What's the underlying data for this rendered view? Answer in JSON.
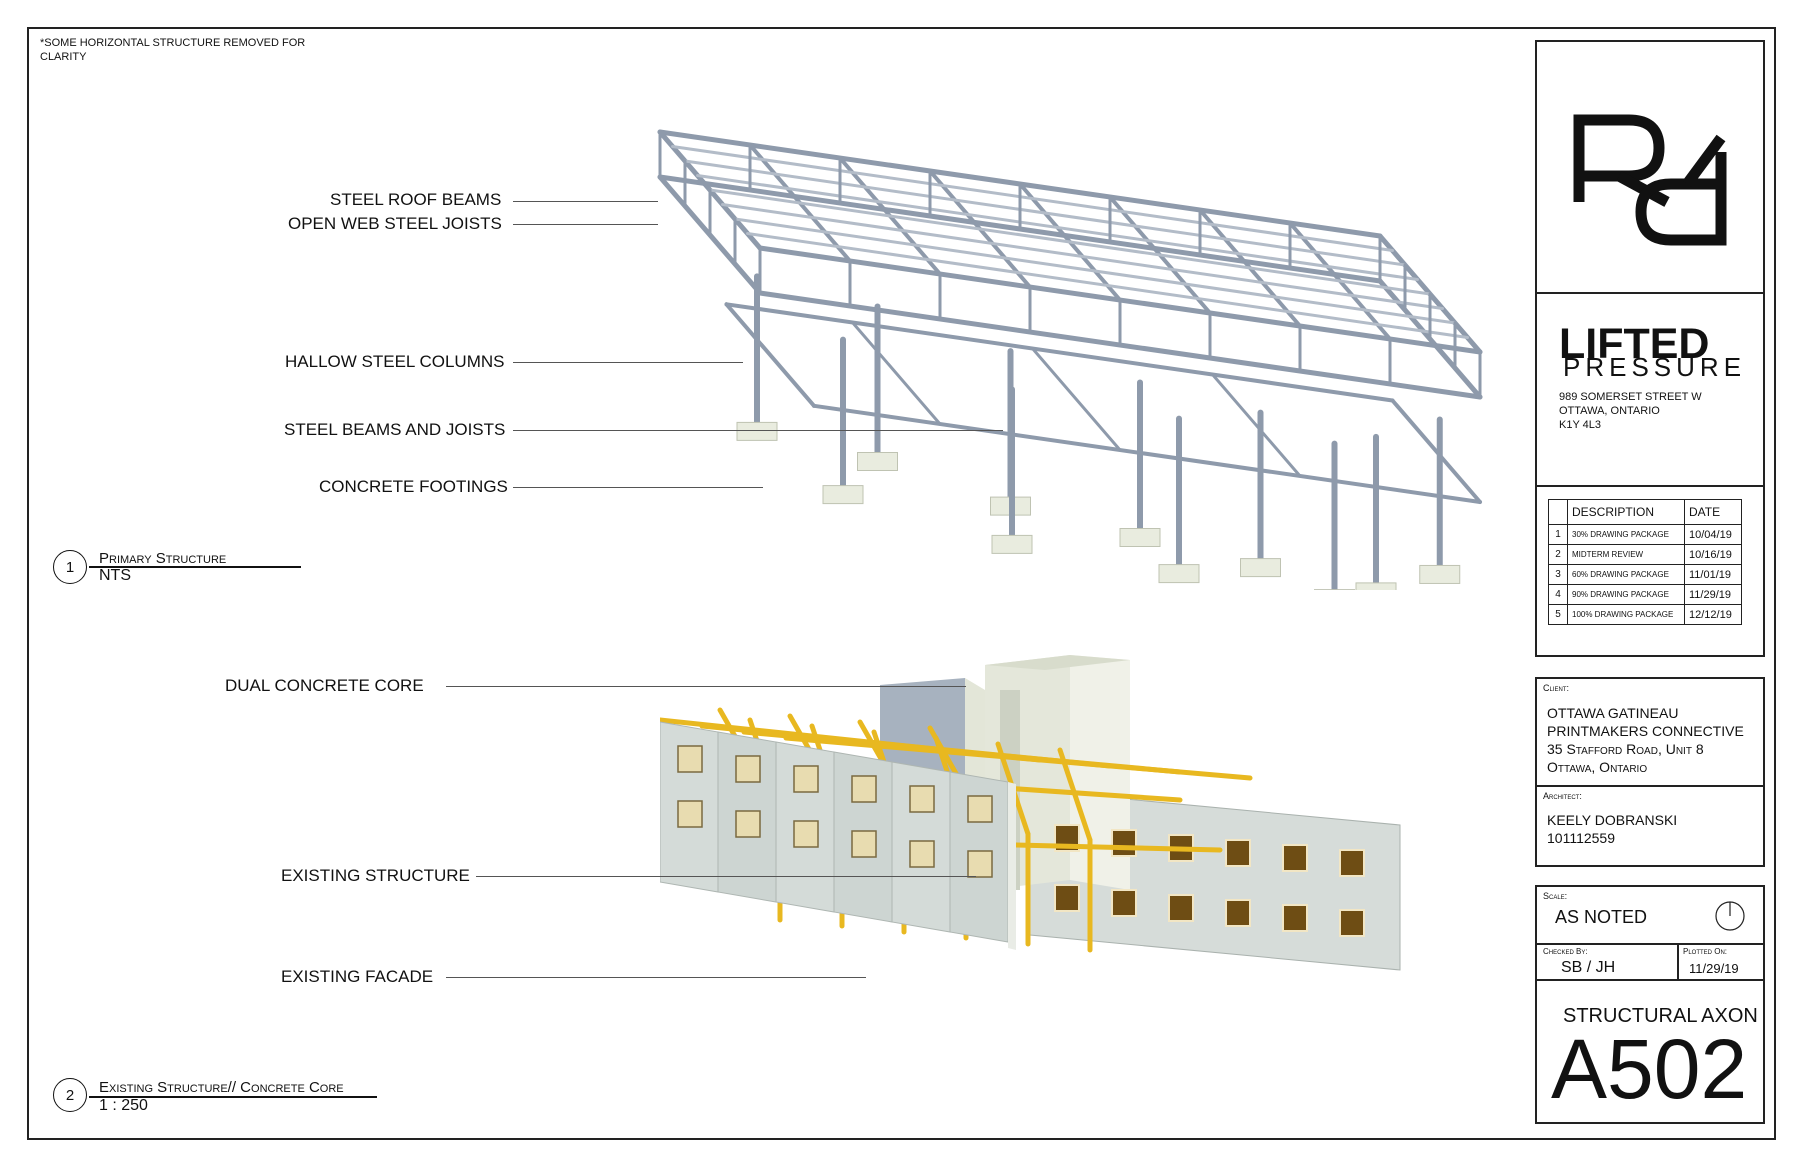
{
  "note": "*SOME HORIZONTAL STRUCTURE REMOVED FOR CLARITY",
  "views": [
    {
      "number": "1",
      "title": "Primary Structure",
      "scale": "NTS",
      "callouts": [
        "STEEL ROOF BEAMS",
        "OPEN WEB STEEL JOISTS",
        "HALLOW STEEL COLUMNS",
        "STEEL BEAMS AND JOISTS",
        "CONCRETE FOOTINGS"
      ]
    },
    {
      "number": "2",
      "title": "Existing Structure// Concrete Core",
      "scale": "1 : 250",
      "callouts": [
        "DUAL CONCRETE CORE",
        "EXISTING STRUCTURE",
        "EXISTING FACADE"
      ]
    }
  ],
  "title_block": {
    "firm_line1": "LIFTED",
    "firm_line2": "PRESSURE",
    "address": [
      "989 SOMERSET STREET W",
      "OTTAWA, ONTARIO",
      "K1Y 4L3"
    ],
    "revision_headers": [
      "DESCRIPTION",
      "DATE"
    ],
    "revisions": [
      {
        "num": "1",
        "desc": "30% DRAWING PACKAGE",
        "date": "10/04/19"
      },
      {
        "num": "2",
        "desc": "MIDTERM REVIEW",
        "date": "10/16/19"
      },
      {
        "num": "3",
        "desc": "60% DRAWING PACKAGE",
        "date": "11/01/19"
      },
      {
        "num": "4",
        "desc": "90% DRAWING PACKAGE",
        "date": "11/29/19"
      },
      {
        "num": "5",
        "desc": "100% DRAWING PACKAGE",
        "date": "12/12/19"
      }
    ],
    "client_label": "Client:",
    "client": [
      "OTTAWA GATINEAU",
      "PRINTMAKERS CONNECTIVE",
      "35 Stafford Road, Unit 8",
      "Ottawa, Ontario"
    ],
    "architect_label": "Architect:",
    "architect": [
      "KEELY DOBRANSKI",
      "101112559"
    ],
    "scale_label": "Scale:",
    "scale": "AS NOTED",
    "checked_label": "Checked By:",
    "checked": "SB / JH",
    "plotted_label": "Plotted On:",
    "plotted": "11/29/19",
    "sheet_title": "STRUCTURAL AXON",
    "sheet_number": "A502"
  },
  "colors": {
    "steel": "#c9d1dc",
    "steel_edge": "#8e9aab",
    "concrete": "#e9ecdf",
    "existing": "#e8b820",
    "facade": "#c8d0cc"
  }
}
